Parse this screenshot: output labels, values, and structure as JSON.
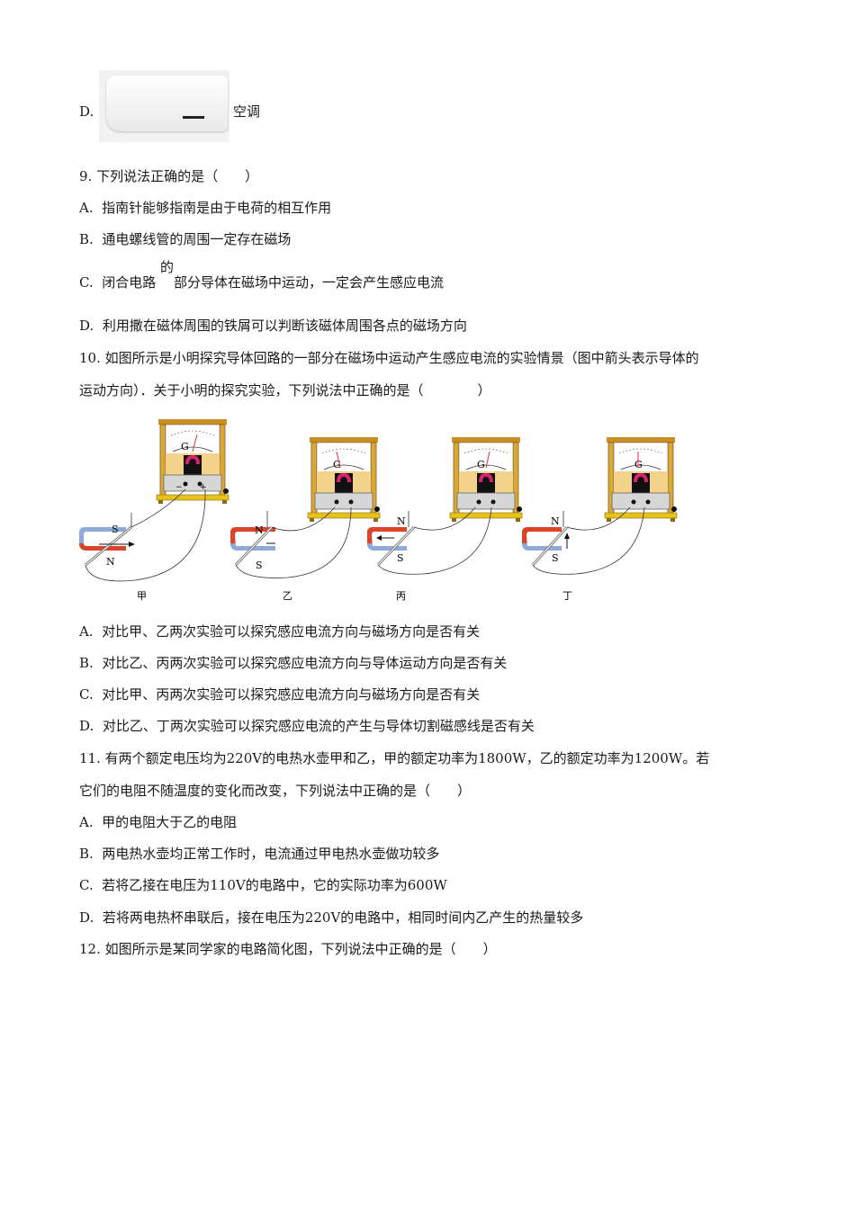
{
  "q8_option_d": {
    "label": "D.",
    "text": "空调",
    "image": "air-conditioner-image"
  },
  "q9": {
    "stem": "9.  下列说法正确的是（　　）",
    "options": [
      {
        "label": "A.",
        "text": "指南针能够指南是由于电荷的相互作用"
      },
      {
        "label": "B.",
        "text": "通电螺线管的周围一定存在磁场"
      },
      {
        "label": "C.",
        "text": "闭合电路　 部分导体在磁场中运动，一定会产生感应电流",
        "superscript": "的"
      },
      {
        "label": "D.",
        "text": "利用撒在磁体周围的铁屑可以判断该磁体周围各点的磁场方向"
      }
    ]
  },
  "q10": {
    "stem_line1": "10.  如图所示是小明探究导体回路的一部分在磁场中运动产生感应电流的实验情景（图中箭头表示导体的",
    "stem_line2": "运动方向）．关于小明的探究实验，下列说法中正确的是（　　　　）",
    "figure": {
      "panels": [
        {
          "caption": "甲",
          "top_pole": "S",
          "bottom_pole": "N",
          "arrow": "right",
          "meter_terminals": [
            "−",
            "+"
          ],
          "meter_label": "G"
        },
        {
          "caption": "乙",
          "top_pole": "N",
          "bottom_pole": "S",
          "arrow": "right",
          "meter_label": "G"
        },
        {
          "caption": "丙",
          "top_pole": "N",
          "bottom_pole": "S",
          "arrow": "left",
          "meter_label": "G"
        },
        {
          "caption": "丁",
          "top_pole": "N",
          "bottom_pole": "S",
          "arrow": "up",
          "meter_label": "G"
        }
      ]
    },
    "options": [
      {
        "label": "A.",
        "text": "对比甲、乙两次实验可以探究感应电流方向与磁场方向是否有关"
      },
      {
        "label": "B.",
        "text": "对比乙、丙两次实验可以探究感应电流方向与导体运动方向是否有关"
      },
      {
        "label": "C.",
        "text": "对比甲、丙两次实验可以探究感应电流方向与磁场方向是否有关"
      },
      {
        "label": "D.",
        "text": "对比乙、丁两次实验可以探究感应电流的产生与导体切割磁感线是否有关"
      }
    ]
  },
  "q11": {
    "stem_line1": "11.  有两个额定电压均为220V的电热水壶甲和乙，甲的额定功率为1800W，乙的额定功率为1200W。若",
    "stem_line2": "它们的电阻不随温度的变化而改变，下列说法中正确的是（　　）",
    "options": [
      {
        "label": "A.",
        "text": "甲的电阻大于乙的电阻"
      },
      {
        "label": "B.",
        "text": "两电热水壶均正常工作时，电流通过甲电热水壶做功较多"
      },
      {
        "label": "C.",
        "text": "若将乙接在电压为110V的电路中，它的实际功率为600W"
      },
      {
        "label": "D.",
        "text": "若将两电热杯串联后，接在电压为220V的电路中，相同时间内乙产生的热量较多"
      }
    ]
  },
  "q12": {
    "stem": "12.  如图所示是某同学家的电路简化图，下列说法中正确的是（　　）"
  },
  "colors": {
    "magnet_red": "#d9442b",
    "magnet_blue": "#8fa9d8",
    "meter_wood": "#d9a83a",
    "meter_magnet": "#d6246e",
    "needle": "#e0303a"
  }
}
